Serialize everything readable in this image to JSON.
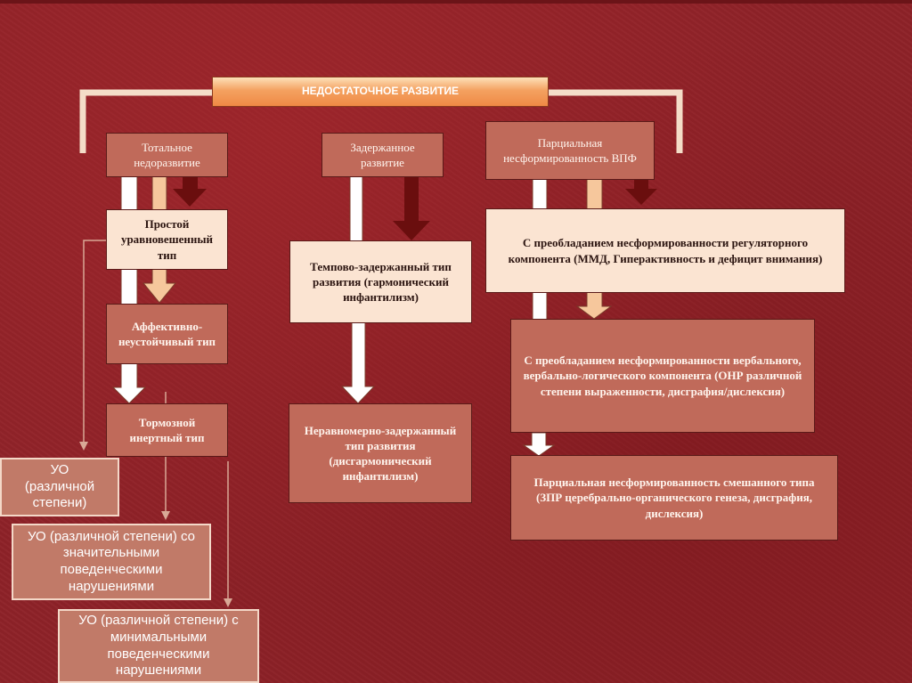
{
  "title": "НЕДОСТАТОЧНОЕ РАЗВИТИЕ",
  "categories": {
    "total": "Тотальное недоразвитие",
    "delayed": "Задержанное развитие",
    "partial": "Парциальная несформированность ВПФ"
  },
  "nodes": {
    "simple_type": "Простой уравновешенный тип",
    "affective_type": "Аффективно-неустойчивый тип",
    "inhibited_type": "Тормозной инертный тип",
    "tempo_delayed": "Темпово-задержанный тип развития (гармонический инфантилизм)",
    "uneven_delayed": "Неравномерно-задержанный тип развития (дисгармонический инфантилизм)",
    "regulatory": "С преобладанием несформированности регуляторного компонента (ММД, Гиперактивность и дефицит внимания)",
    "verbal": "С преобладанием несформированности вербального, вербально-логического компонента (ОНР различной степени выраженности, дисграфия/дислексия)",
    "mixed": "Парциальная несформированность смешанного типа (ЗПР церебрально-органического генеза, дисграфия, дислексия)"
  },
  "outcomes": {
    "uo_various": "УО (различной степени)",
    "uo_significant": "УО (различной степени) со значительными поведенческими нарушениями",
    "uo_minimal": "УО (различной степени) с минимальными поведенческими нарушениями"
  },
  "colors": {
    "background": "#8e2228",
    "box_light": "#fbe4d2",
    "box_dark": "#c06a5a",
    "arrow_white": "#ffffff",
    "arrow_peach": "#f6c79c",
    "arrow_dark": "#6a0e0e",
    "header_orange": "#f4a160"
  }
}
